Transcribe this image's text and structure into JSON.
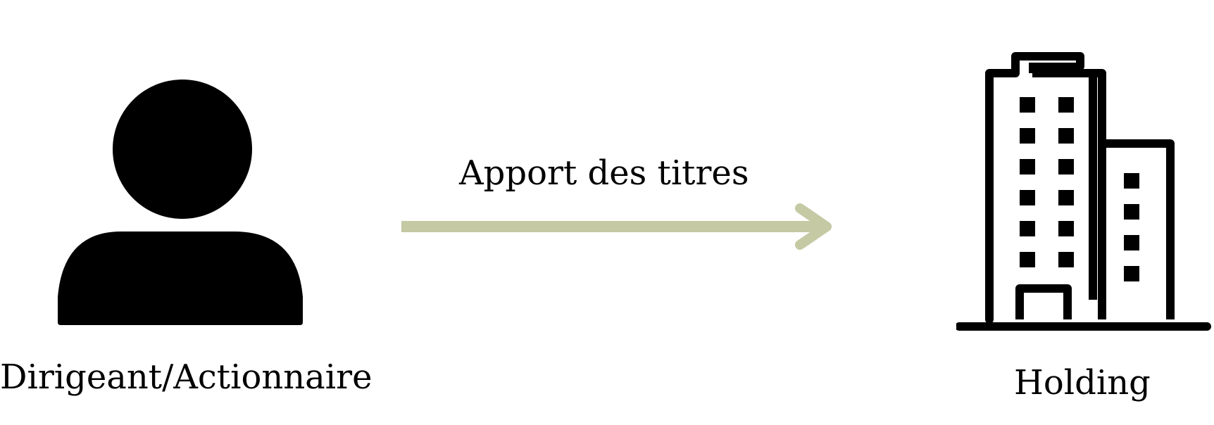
{
  "diagram": {
    "nodes": [
      {
        "id": "dirigeant",
        "label": "Dirigeant/Actionnaire",
        "icon": "person-icon"
      },
      {
        "id": "holding",
        "label": "Holding",
        "icon": "building-icon"
      }
    ],
    "edges": [
      {
        "from": "dirigeant",
        "to": "holding",
        "label": "Apport des titres"
      }
    ],
    "colors": {
      "arrow": "#C5C9A4",
      "icon": "#000000",
      "background": "#FFFFFF"
    }
  }
}
